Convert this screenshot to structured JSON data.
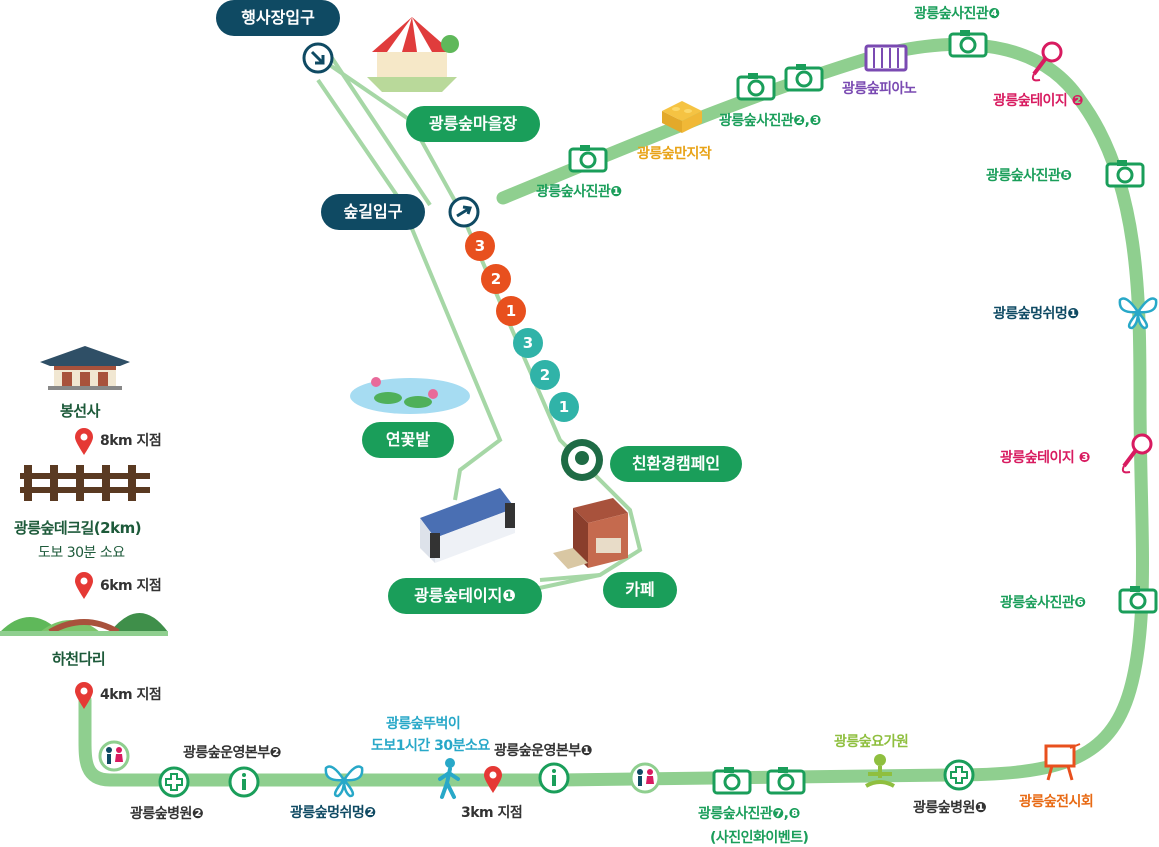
{
  "entrances": {
    "event_entrance": "행사장입구",
    "forest_entrance": "숲길입구"
  },
  "pills": {
    "village_market": "광릉숲마을장",
    "lotus_field": "연꽃밭",
    "eco_campaign": "친환경캠페인",
    "stage_1": "광릉숲테이지❶",
    "cafe": "카페"
  },
  "numbers": {
    "orange": [
      "3",
      "2",
      "1"
    ],
    "teal": [
      "3",
      "2",
      "1"
    ]
  },
  "stations": {
    "photo_1": "광릉숲사진관❶",
    "lego": "광릉숲만지작",
    "photo_2_3": "광릉숲사진관❷,❸",
    "piano": "광릉숲피아노",
    "photo_4": "광릉숲사진관❹",
    "stage_2": "광릉숲테이지 ❷",
    "photo_5": "광릉숲사진관❺",
    "rest_1": "광릉숲멍쉬멍❶",
    "stage_3": "광릉숲테이지 ❸",
    "photo_6": "광릉숲사진관❻",
    "exhibition": "광릉숲전시회",
    "hospital_1": "광릉숲병원❶",
    "yoga": "광릉숲요가원",
    "photo_7_8": "광릉숲사진관❼,❽",
    "photo_event": "(사진인화이벤트)",
    "ops_1": "광릉숲운영본부❶",
    "km3": "3km 지점",
    "walk": "광릉숲뚜벅이",
    "walk_time": "도보1시간 30분소요",
    "rest_2": "광릉숲멍쉬멍❷",
    "ops_2": "광릉숲운영본부❷",
    "hospital_2": "광릉숲병원❷",
    "km4": "4km 지점",
    "bridge": "하천다리",
    "km6": "6km 지점",
    "deck": "광릉숲데크길(2km)",
    "deck_time": "도보 30분 소요",
    "km8": "8km 지점",
    "temple": "봉선사"
  },
  "colors": {
    "route": "#8fcf8f",
    "navy": "#0f4a63",
    "green": "#1a9e5a",
    "orange": "#e8501e",
    "teal": "#30b3a8",
    "stage_red": "#d81b60"
  },
  "icons": [
    "camera-icon",
    "lego-icon",
    "piano-icon",
    "microphone-icon",
    "butterfly-icon",
    "easel-icon",
    "first-aid-icon",
    "info-icon",
    "restroom-icon",
    "walker-icon",
    "location-pin-icon",
    "yoga-icon",
    "starbucks-logo",
    "market-tent-icon",
    "stage-icon",
    "cafe-building-icon",
    "lotus-pond-icon",
    "temple-icon",
    "fence-icon",
    "bridge-icon",
    "arrow-icon"
  ]
}
